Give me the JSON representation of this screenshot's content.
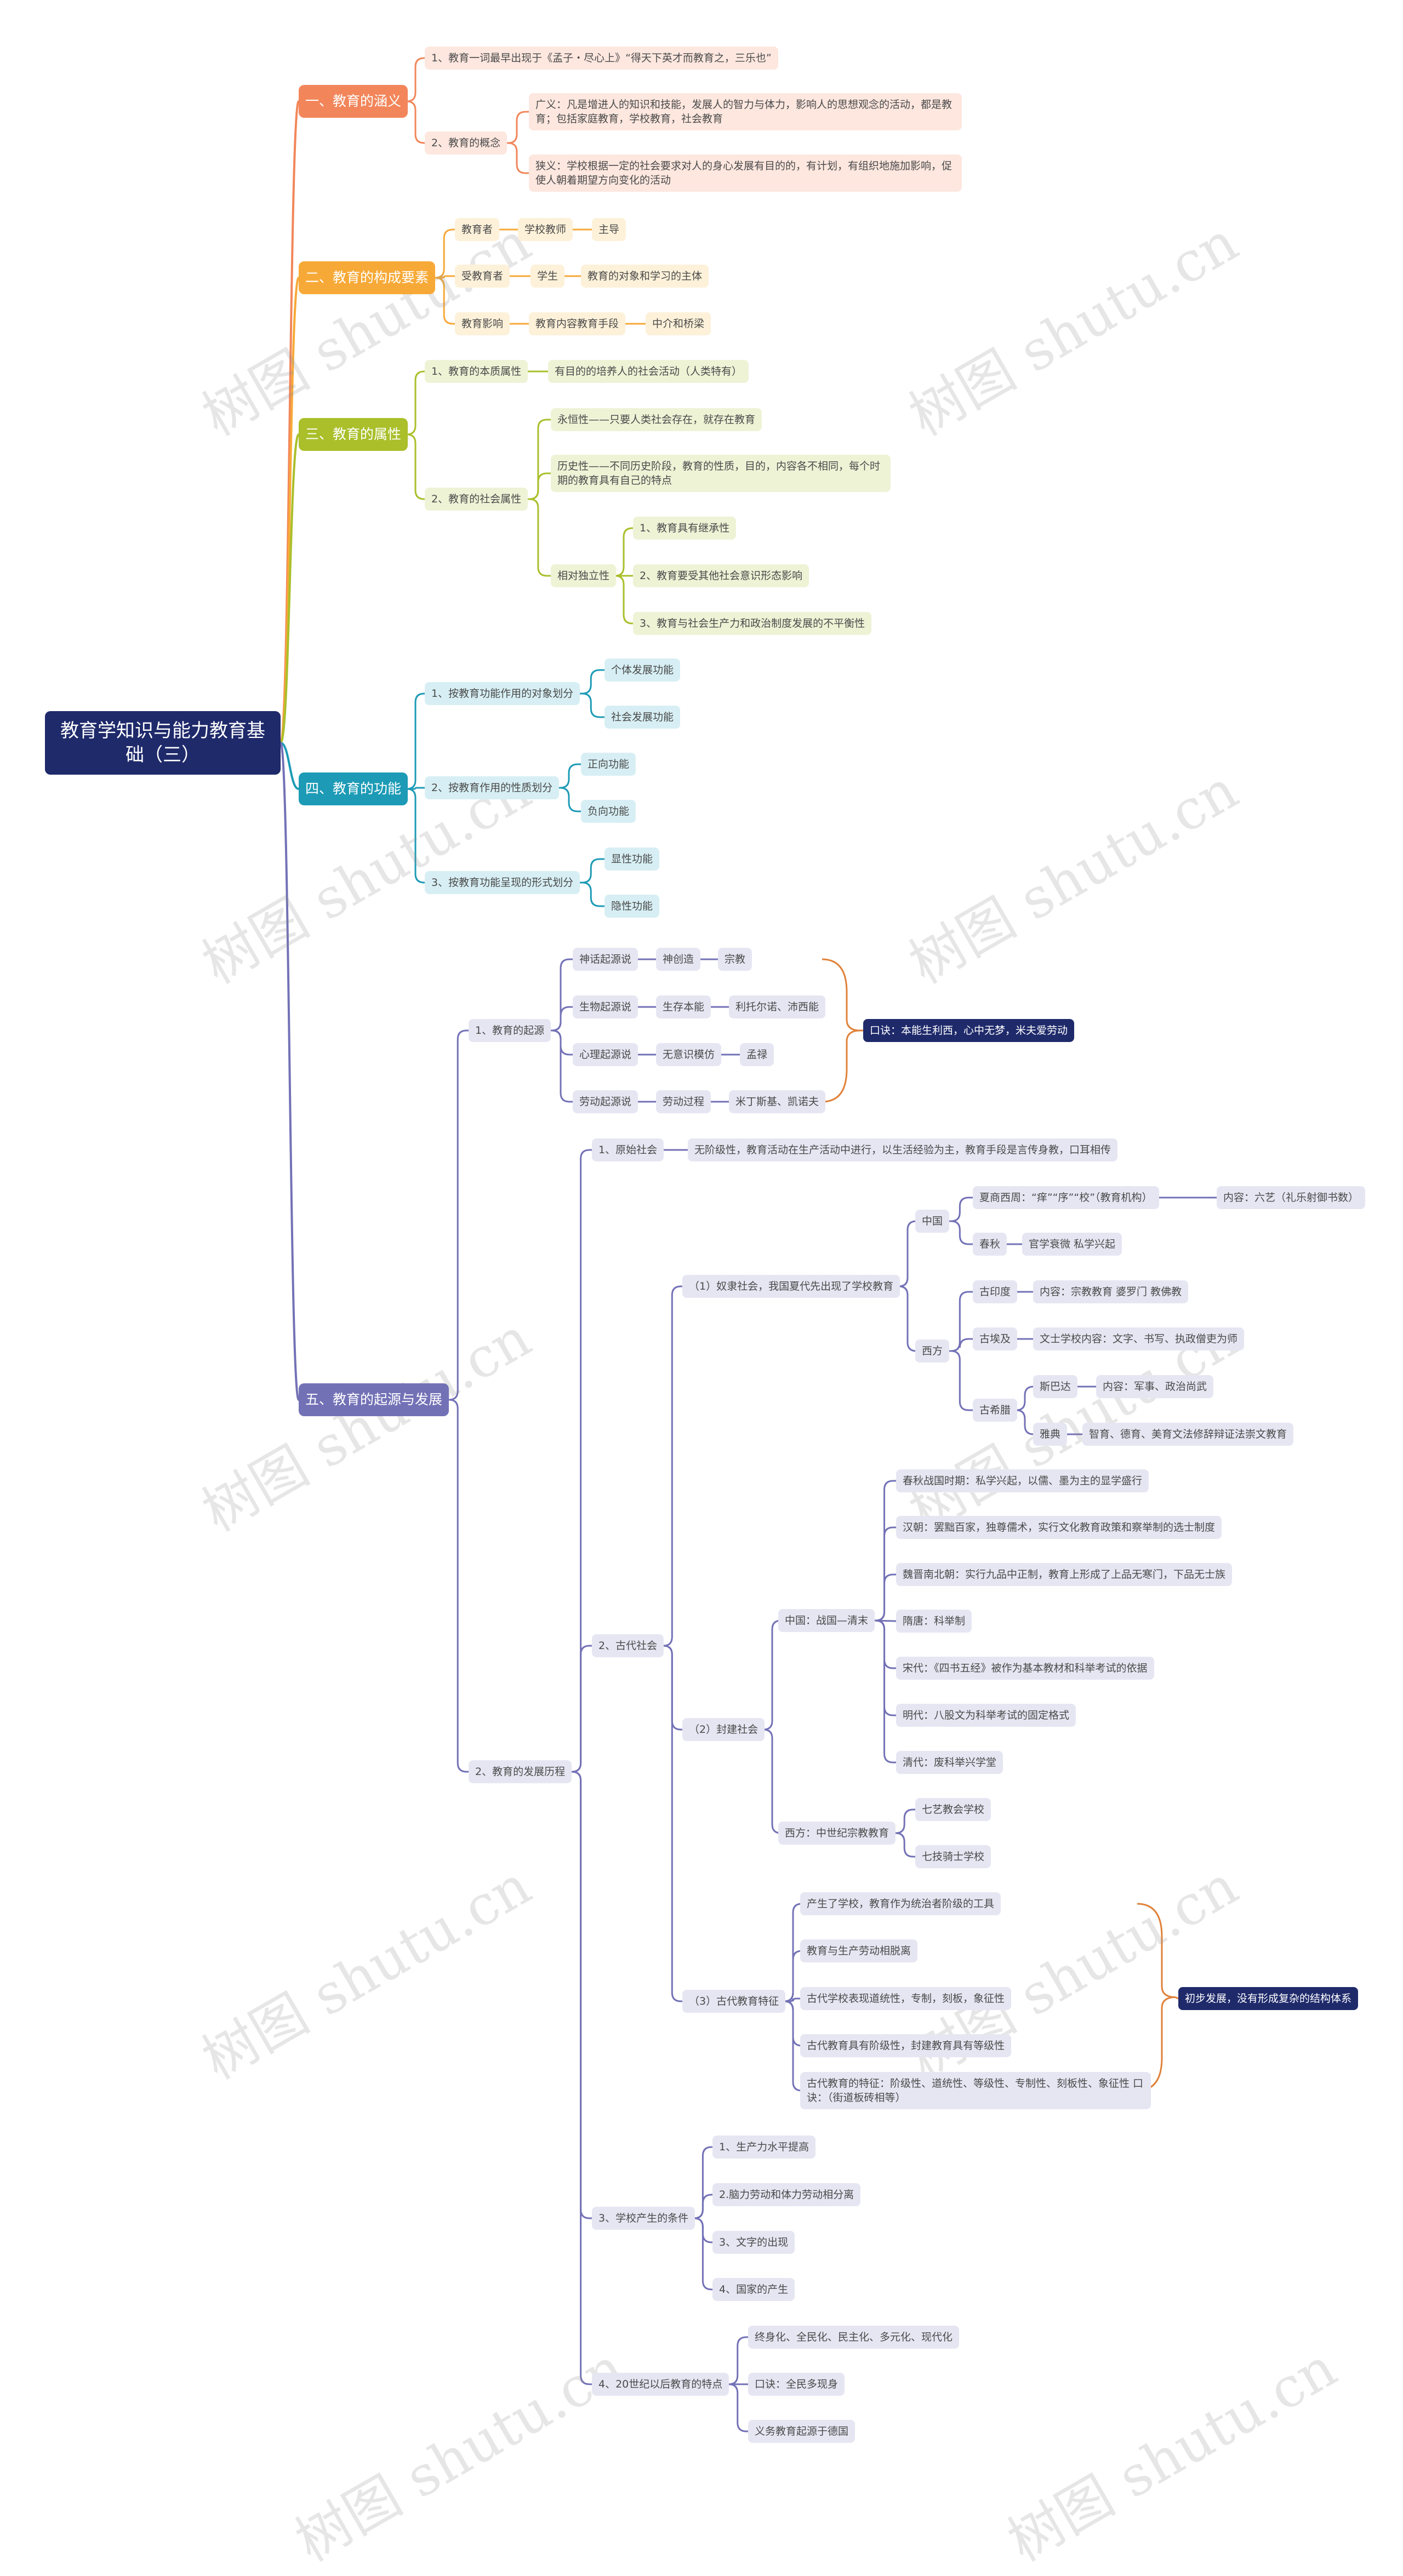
{
  "root": "教育学知识与能力教育基础（三）",
  "watermark": "树图 shutu.cn",
  "colors": {
    "b1": "#f2865a",
    "b1_light": "#fde7df",
    "b2": "#f7a937",
    "b2_light": "#fdf1d9",
    "b3": "#aabf2a",
    "b3_light": "#eef3d6",
    "b4": "#1d9bb6",
    "b4_light": "#d7eff4",
    "b5": "#7371b6",
    "b5_light": "#e6e6f3",
    "note": "#1f2a6b",
    "brace": "#e0823a"
  },
  "b1": {
    "label": "一、教育的涵义",
    "n1": "1、教育一词最早出现于《孟子・尽心上》“得天下英才而教育之，三乐也”",
    "n2": "2、教育的概念",
    "n2a": "广义：凡是增进人的知识和技能，发展人的智力与体力，影响人的思想观念的活动，都是教育；包括家庭教育，学校教育，社会教育",
    "n2b": "狭义：学校根据一定的社会要求对人的身心发展有目的的，有计划，有组织地施加影响，促使人朝着期望方向变化的活动"
  },
  "b2": {
    "label": "二、教育的构成要素",
    "r1": [
      "教育者",
      "学校教师",
      "主导"
    ],
    "r2": [
      "受教育者",
      "学生",
      "教育的对象和学习的主体"
    ],
    "r3": [
      "教育影响",
      "教育内容教育手段",
      "中介和桥梁"
    ]
  },
  "b3": {
    "label": "三、教育的属性",
    "n1": "1、教育的本质属性",
    "n1a": "有目的的培养人的社会活动（人类特有）",
    "n2": "2、教育的社会属性",
    "s1": "永恒性——只要人类社会存在，就存在教育",
    "s2": "历史性——不同历史阶段，教育的性质，目的，内容各不相同，每个时期的教育具有自己的特点",
    "s3": "相对独立性",
    "s3a": "1、教育具有继承性",
    "s3b": "2、教育要受其他社会意识形态影响",
    "s3c": "3、教育与社会生产力和政治制度发展的不平衡性"
  },
  "b4": {
    "label": "四、教育的功能",
    "n1": "1、按教育功能作用的对象划分",
    "n1a": "个体发展功能",
    "n1b": "社会发展功能",
    "n2": "2、按教育作用的性质划分",
    "n2a": "正向功能",
    "n2b": "负向功能",
    "n3": "3、按教育功能呈现的形式划分",
    "n3a": "显性功能",
    "n3b": "隐性功能"
  },
  "b5": {
    "label": "五、教育的起源与发展",
    "origin": "1、教育的起源",
    "o1": [
      "神话起源说",
      "神创造",
      "宗教"
    ],
    "o2": [
      "生物起源说",
      "生存本能",
      "利托尔诺、沛西能"
    ],
    "o3": [
      "心理起源说",
      "无意识模仿",
      "孟禄"
    ],
    "o4": [
      "劳动起源说",
      "劳动过程",
      "米丁斯基、凯诺夫"
    ],
    "origin_note": "口诀：本能生利西，心中无梦，米夫爱劳动",
    "dev": "2、教育的发展历程",
    "prim": "1、原始社会",
    "prim_a": "无阶级性，教育活动在生产活动中进行，以生活经验为主，教育手段是言传身教，口耳相传",
    "anc": "2、古代社会",
    "slave": "（1）奴隶社会，我国夏代先出现了学校教育",
    "china": "中国",
    "c1": "夏商西周：“痒”“序”“校”（教育机构）",
    "c1a": "内容：六艺（礼乐射御书数）",
    "c2": "春秋",
    "c2a": "官学衰微 私学兴起",
    "west": "西方",
    "w1": "古印度",
    "w1a": "内容：宗教教育 婆罗门 教佛教",
    "w2": "古埃及",
    "w2a": "文士学校内容：文字、书写、执政僧吏为师",
    "w3": "古希腊",
    "w3a": "斯巴达",
    "w3a1": "内容：军事、政治尚武",
    "w3b": "雅典",
    "w3b1": "智育、德育、美育文法修辞辩证法崇文教育",
    "feudal": "（2）封建社会",
    "fc": "中国：战国—清末",
    "f1": "春秋战国时期：私学兴起，以儒、墨为主的显学盛行",
    "f2": "汉朝：罢黜百家，独尊儒术，实行文化教育政策和察举制的选士制度",
    "f3": "魏晋南北朝：实行九品中正制，教育上形成了上品无寒门，下品无士族",
    "f4": "隋唐：科举制",
    "f5": "宋代：《四书五经》被作为基本教材和科举考试的依据",
    "f6": "明代：八股文为科举考试的固定格式",
    "f7": "清代：废科举兴学堂",
    "fw": "西方：中世纪宗教教育",
    "fw1": "七艺教会学校",
    "fw2": "七技骑士学校",
    "feat": "（3）古代教育特征",
    "t1": "产生了学校，教育作为统治者阶级的工具",
    "t2": "教育与生产劳动相脱离",
    "t3": "古代学校表现道统性，专制，刻板，象征性",
    "t4": "古代教育具有阶级性，封建教育具有等级性",
    "t5": "古代教育的特征：阶级性、道统性、等级性、专制性、刻板性、象征性   口诀：（街道板砖相等）",
    "feat_note": "初步发展，没有形成复杂的结构体系",
    "cond": "3、学校产生的条件",
    "k1": "1、生产力水平提高",
    "k2": "2.脑力劳动和体力劳动相分离",
    "k3": "3、文字的出现",
    "k4": "4、国家的产生",
    "mod": "4、20世纪以后教育的特点",
    "m1": "终身化、全民化、民主化、多元化、现代化",
    "m2": "口诀：全民多现身",
    "m3": "义务教育起源于德国"
  }
}
